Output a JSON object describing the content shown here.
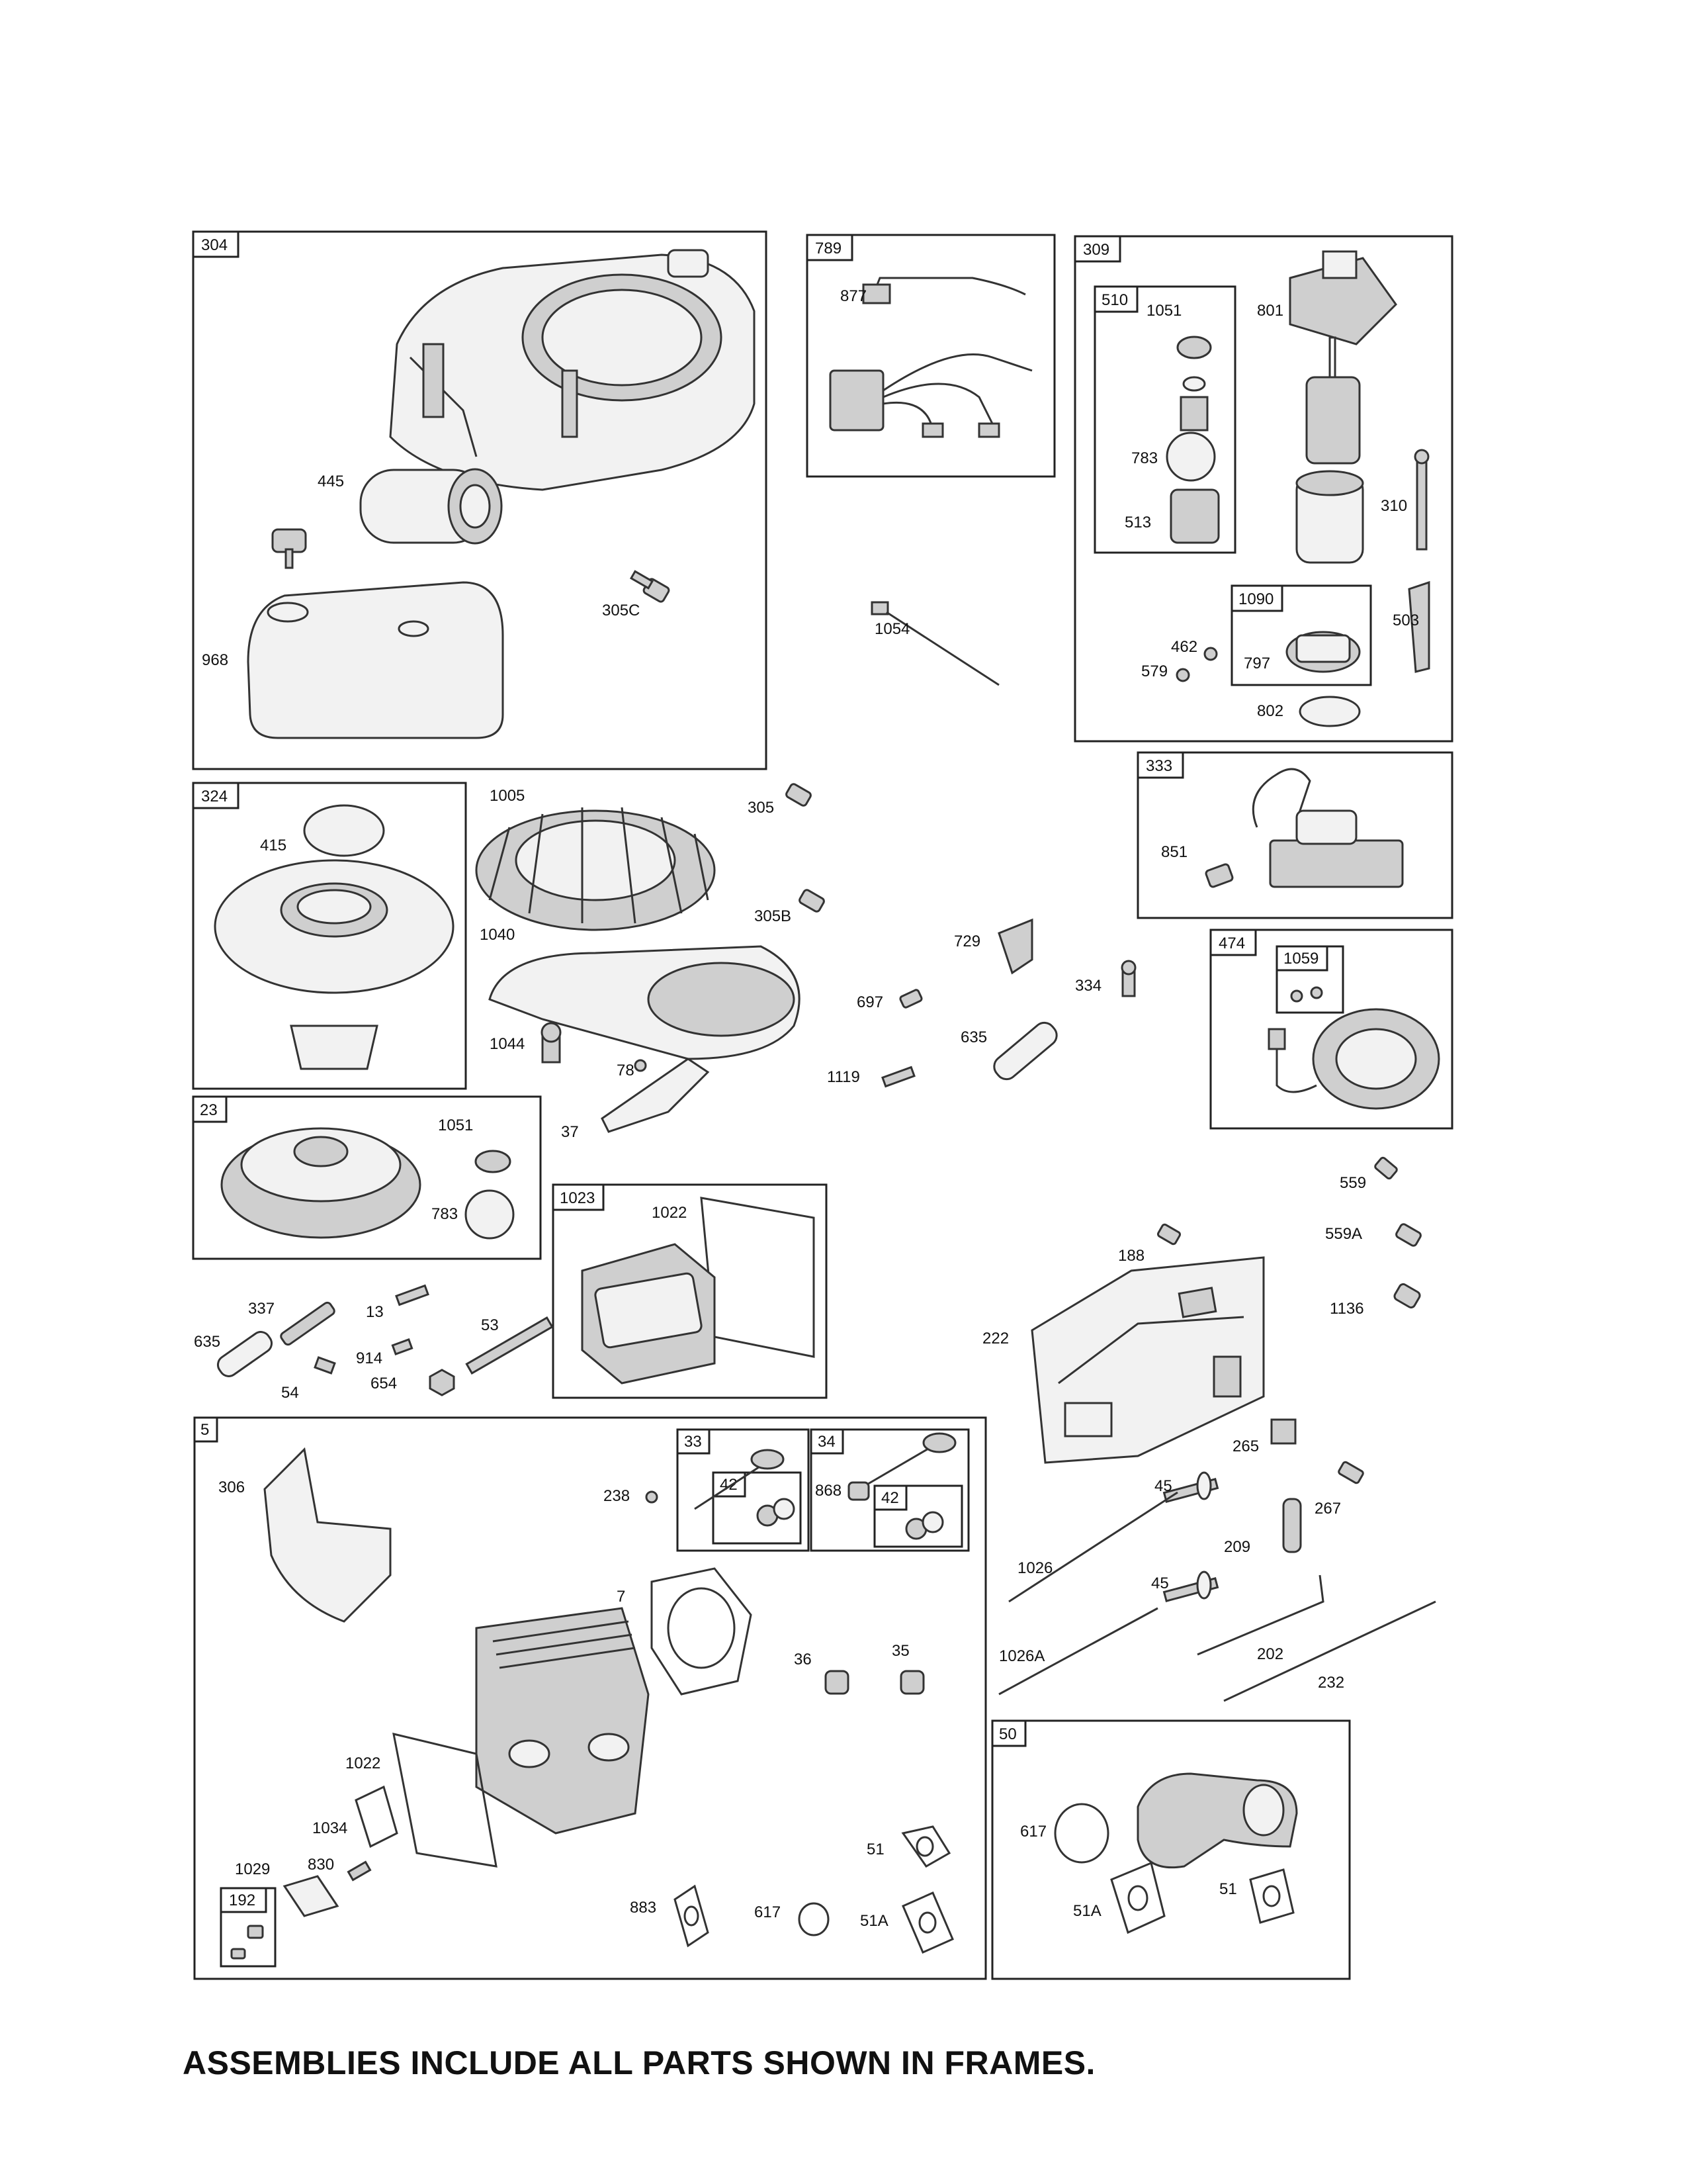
{
  "frames": {
    "f304": "304",
    "f789": "789",
    "f309": "309",
    "f510": "510",
    "f1090": "1090",
    "f333": "333",
    "f474": "474",
    "f1059": "1059",
    "f324": "324",
    "f23": "23",
    "f1023": "1023",
    "f5": "5",
    "f33": "33",
    "f34": "34",
    "f42a": "42",
    "f42b": "42",
    "f192": "192",
    "f50": "50"
  },
  "labels": {
    "l445": "445",
    "l305C": "305C",
    "l968": "968",
    "l877": "877",
    "l1054": "1054",
    "l1051a": "1051",
    "l801": "801",
    "l783a": "783",
    "l513": "513",
    "l310": "310",
    "l503": "503",
    "l462": "462",
    "l579": "579",
    "l797": "797",
    "l802": "802",
    "l851": "851",
    "l415": "415",
    "l1005": "1005",
    "l305": "305",
    "l305B": "305B",
    "l1040": "1040",
    "l1044": "1044",
    "l78": "78",
    "l37": "37",
    "l729": "729",
    "l697": "697",
    "l334": "334",
    "l635a": "635",
    "l1119": "1119",
    "l1051b": "1051",
    "l783b": "783",
    "l1022a": "1022",
    "l337": "337",
    "l13": "13",
    "l53": "53",
    "l635b": "635",
    "l914": "914",
    "l54": "54",
    "l654": "654",
    "l559": "559",
    "l559A": "559A",
    "l188": "188",
    "l1136": "1136",
    "l222": "222",
    "l265": "265",
    "l45a": "45",
    "l267": "267",
    "l1026": "1026",
    "l209": "209",
    "l45b": "45",
    "l1026A": "1026A",
    "l202": "202",
    "l232": "232",
    "l306": "306",
    "l238": "238",
    "l868": "868",
    "l7": "7",
    "l36": "36",
    "l35": "35",
    "l1022b": "1022",
    "l1034": "1034",
    "l1029": "1029",
    "l830": "830",
    "l51a": "51",
    "l883": "883",
    "l617a": "617",
    "l51Aa": "51A",
    "l617b": "617",
    "l51Ab": "51A",
    "l51b": "51"
  },
  "footer": "ASSEMBLIES INCLUDE ALL PARTS SHOWN IN FRAMES."
}
